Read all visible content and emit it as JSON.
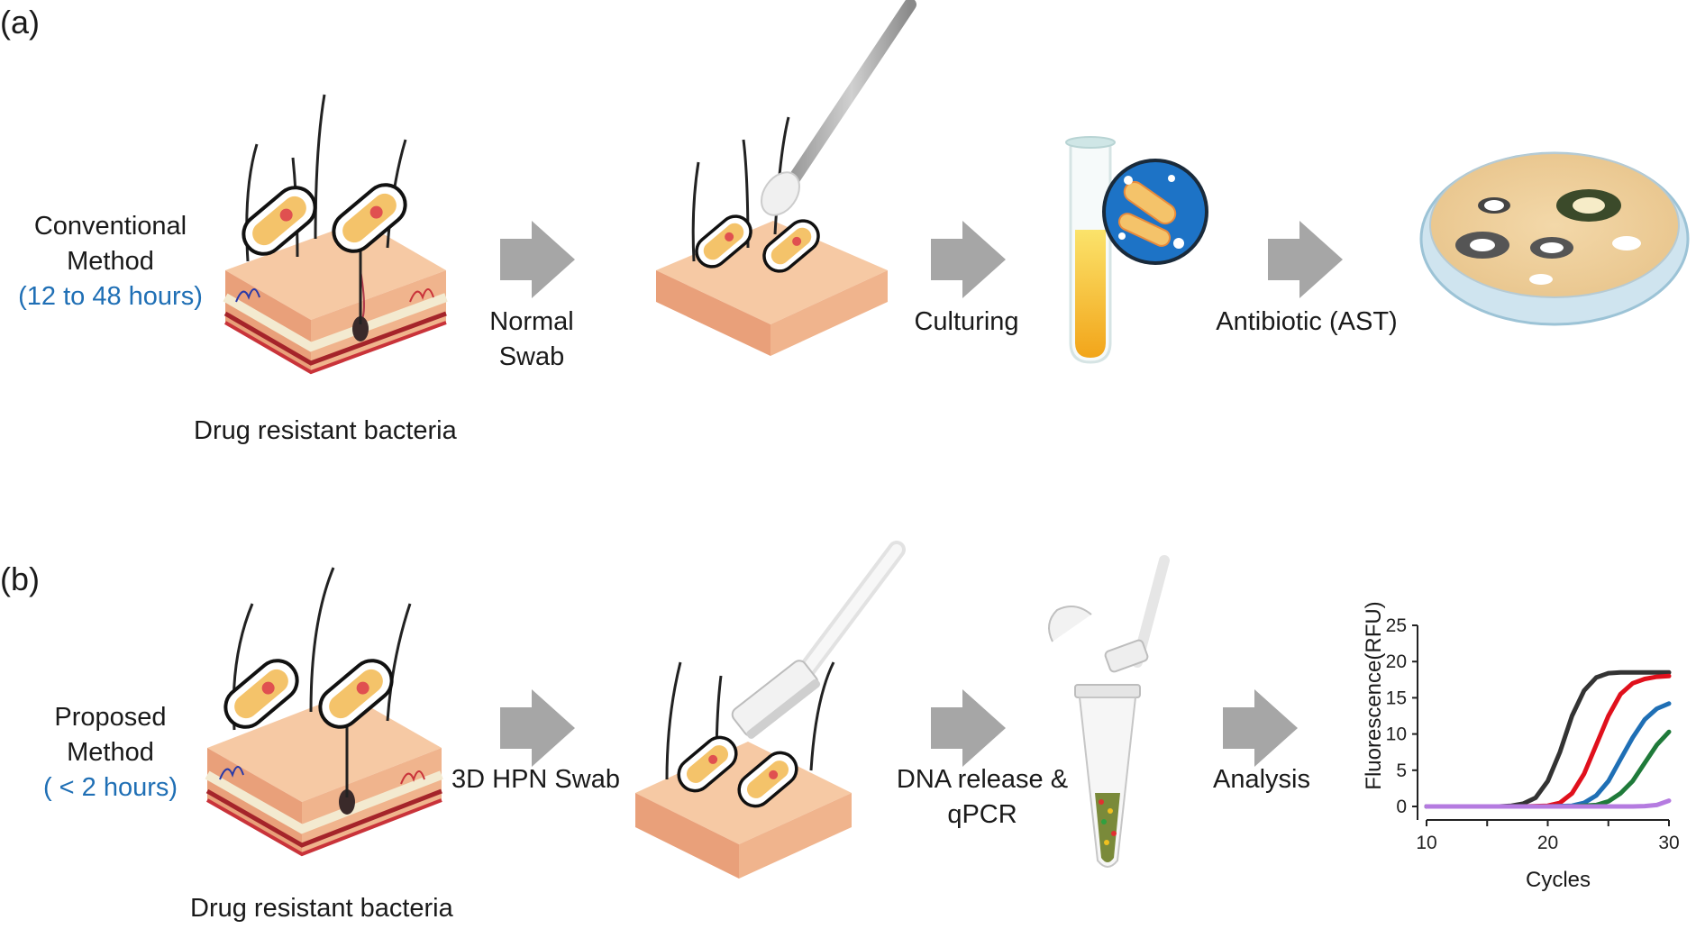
{
  "panel_a": {
    "label": "(a)",
    "method_line1": "Conventional",
    "method_line2": "Method",
    "time": "(12 to 48 hours)",
    "caption": "Drug resistant bacteria",
    "step1_line1": "Normal",
    "step1_line2": "Swab",
    "step2": "Culturing",
    "step3": "Antibiotic (AST)"
  },
  "panel_b": {
    "label": "(b)",
    "method_line1": "Proposed",
    "method_line2": "Method",
    "time": "( < 2 hours)",
    "caption": "Drug resistant bacteria",
    "step1": "3D HPN Swab",
    "step2_line1": "DNA release &",
    "step2_line2": "qPCR",
    "step3": "Analysis"
  },
  "colors": {
    "accent_blue": "#1f6fb5",
    "arrow": "#a6a6a6",
    "skin": "#f6c9a4",
    "skin_side": "#f2a07b"
  },
  "chart_data": {
    "type": "line",
    "xlabel": "Cycles",
    "ylabel": "Fluorescence(RFU)",
    "xlim": [
      10,
      30
    ],
    "ylim": [
      0,
      25
    ],
    "xticks": [
      10,
      20,
      30
    ],
    "yticks": [
      0,
      5,
      10,
      15,
      20,
      25
    ],
    "series": [
      {
        "color": "#333333",
        "x": [
          10,
          12,
          14,
          16,
          17,
          18,
          19,
          20,
          21,
          22,
          23,
          24,
          25,
          26,
          27,
          28,
          29,
          30
        ],
        "y": [
          0,
          0,
          0,
          0,
          0.1,
          0.4,
          1.2,
          3.5,
          7.5,
          12.5,
          16,
          17.8,
          18.4,
          18.5,
          18.5,
          18.5,
          18.5,
          18.5
        ]
      },
      {
        "color": "#e0101c",
        "x": [
          10,
          12,
          14,
          16,
          18,
          20,
          21,
          22,
          23,
          24,
          25,
          26,
          27,
          28,
          29,
          30
        ],
        "y": [
          0,
          0,
          0,
          0,
          0,
          0.1,
          0.5,
          1.8,
          4.5,
          8.5,
          12.5,
          15.5,
          17,
          17.6,
          17.9,
          18.0
        ]
      },
      {
        "color": "#1f6fb5",
        "x": [
          10,
          12,
          14,
          16,
          18,
          20,
          22,
          23,
          24,
          25,
          26,
          27,
          28,
          29,
          30
        ],
        "y": [
          0,
          0,
          0,
          0,
          0,
          0,
          0.1,
          0.5,
          1.5,
          3.5,
          6.5,
          9.5,
          12,
          13.5,
          14.2
        ]
      },
      {
        "color": "#1f7a3a",
        "x": [
          10,
          12,
          14,
          16,
          18,
          20,
          22,
          24,
          25,
          26,
          27,
          28,
          29,
          30
        ],
        "y": [
          0,
          0,
          0,
          0,
          0,
          0,
          0,
          0.2,
          0.7,
          1.8,
          3.5,
          6,
          8.5,
          10.3
        ]
      },
      {
        "color": "#b57be0",
        "x": [
          10,
          12,
          14,
          16,
          18,
          20,
          22,
          24,
          26,
          27,
          28,
          29,
          29.5,
          30
        ],
        "y": [
          0,
          0,
          0,
          0,
          0,
          0,
          0,
          0,
          0,
          0,
          0.05,
          0.2,
          0.5,
          0.8
        ]
      }
    ]
  }
}
